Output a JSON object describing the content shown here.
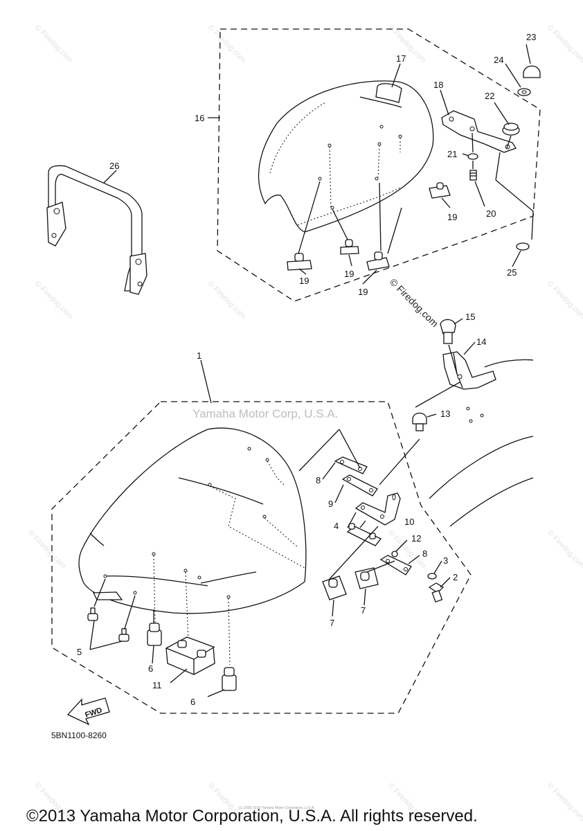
{
  "diagram": {
    "part_code": "5BN1100-8260",
    "fwd_label": "FWD",
    "watermark_maker": "Yamaha Motor Corp, U.S.A.",
    "watermark_site": "© Firedog.com",
    "watermark_center": "© Firedog.com",
    "small_notice": "(c) 2005-2016 Yamaha Motor Corporation, U.S.A.",
    "copyright": "©2013 Yamaha Motor Corporation, U.S.A. All rights reserved.",
    "callouts": {
      "c1": "1",
      "c2": "2",
      "c3": "3",
      "c4": "4",
      "c5": "5",
      "c6a": "6",
      "c6b": "6",
      "c7a": "7",
      "c7b": "7",
      "c8a": "8",
      "c8b": "8",
      "c9": "9",
      "c10": "10",
      "c11": "11",
      "c12": "12",
      "c13": "13",
      "c14": "14",
      "c15": "15",
      "c16": "16",
      "c17": "17",
      "c18": "18",
      "c19a": "19",
      "c19b": "19",
      "c19c": "19",
      "c19d": "19",
      "c20": "20",
      "c21": "21",
      "c22": "22",
      "c23": "23",
      "c24": "24",
      "c25": "25",
      "c26": "26"
    }
  }
}
